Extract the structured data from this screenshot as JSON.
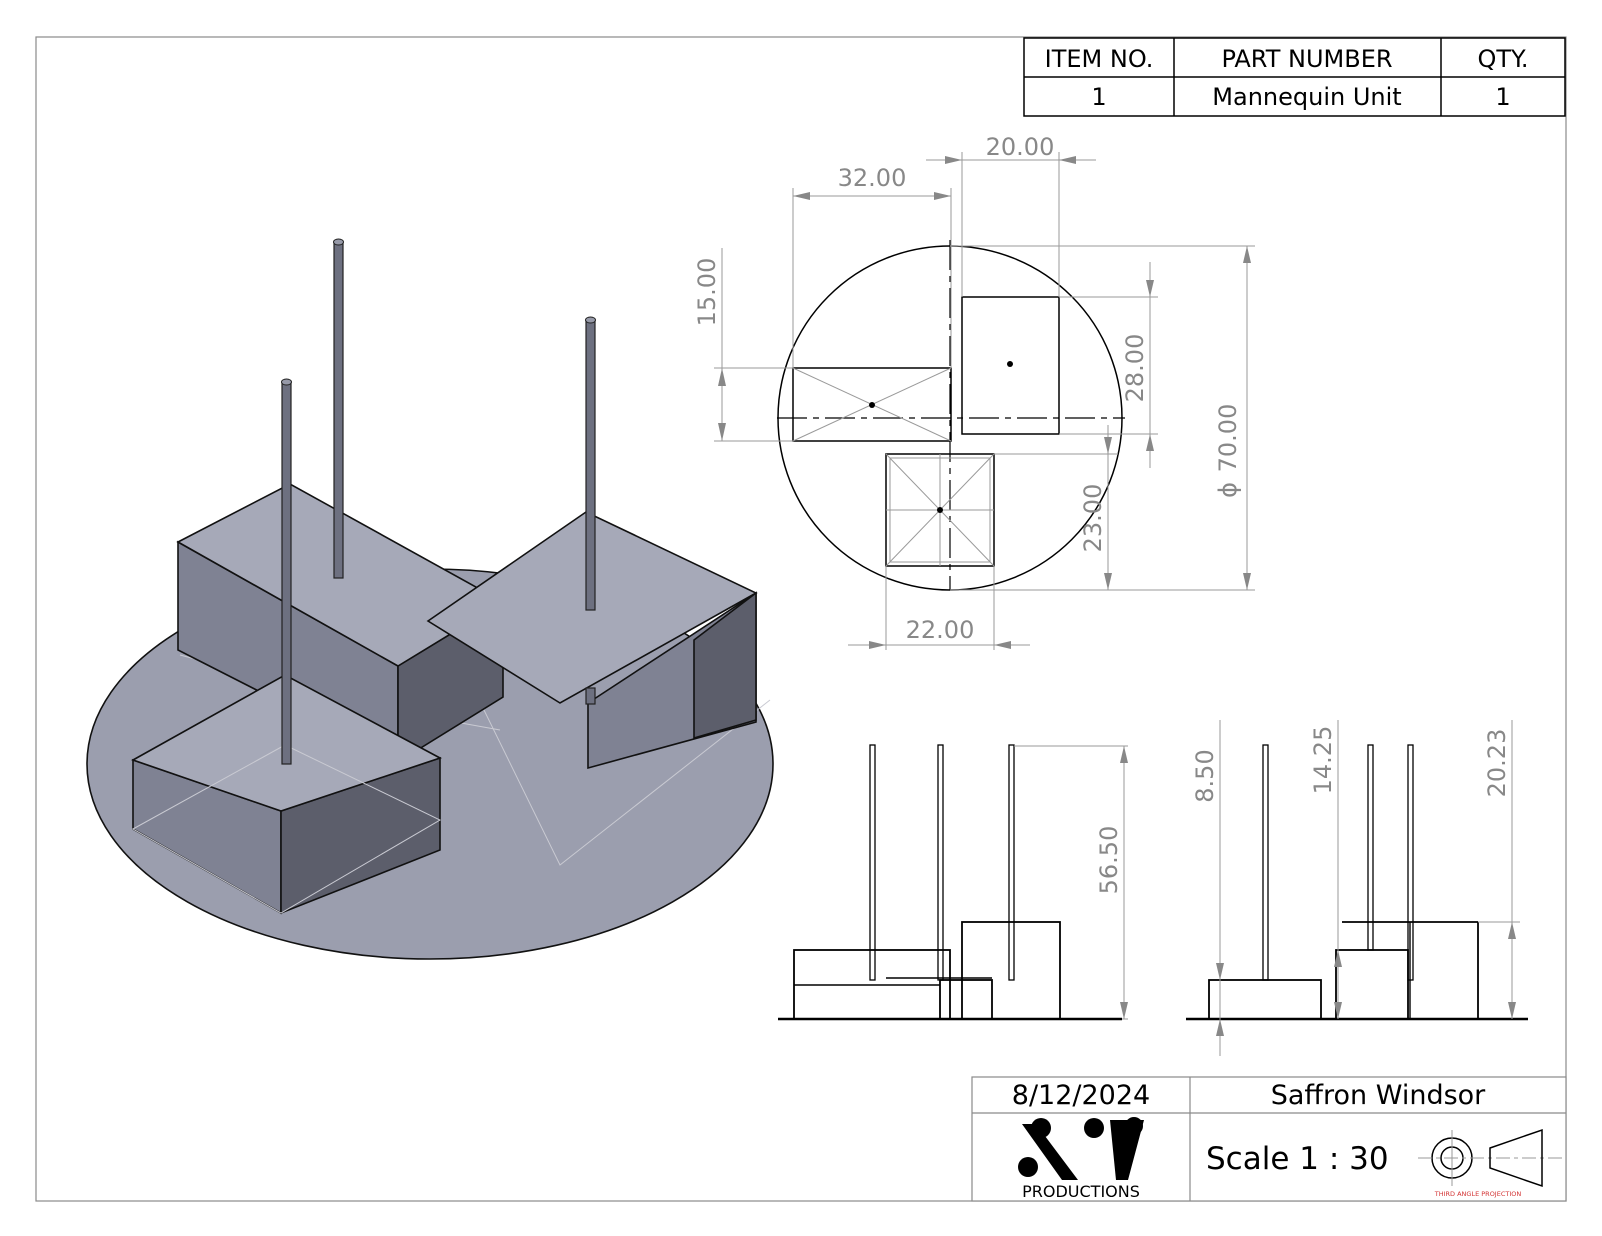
{
  "bom": {
    "headers": {
      "item_no": "ITEM NO.",
      "part_number": "PART NUMBER",
      "qty": "QTY."
    },
    "rows": [
      {
        "item_no": "1",
        "part_number": "Mannequin Unit",
        "qty": "1"
      }
    ]
  },
  "top_view": {
    "dims": {
      "d_32": "32.00",
      "d_20": "20.00",
      "d_15": "15.00",
      "d_28": "28.00",
      "d_23": "23.00",
      "d_22": "22.00",
      "diameter": "70.00",
      "diameter_symbol": "ϕ"
    }
  },
  "front_view": {
    "dims": {
      "height": "56.50"
    }
  },
  "side_view": {
    "dims": {
      "d_850": "8.50",
      "d_1425": "14.25",
      "d_2023": "20.23"
    }
  },
  "title_block": {
    "date": "8/12/2024",
    "author": "Saffron Windsor",
    "scale": "Scale 1 : 30",
    "company": "PRODUCTIONS",
    "projection": "THIRD ANGLE PROJECTION",
    "projection_color": "#d33333"
  }
}
